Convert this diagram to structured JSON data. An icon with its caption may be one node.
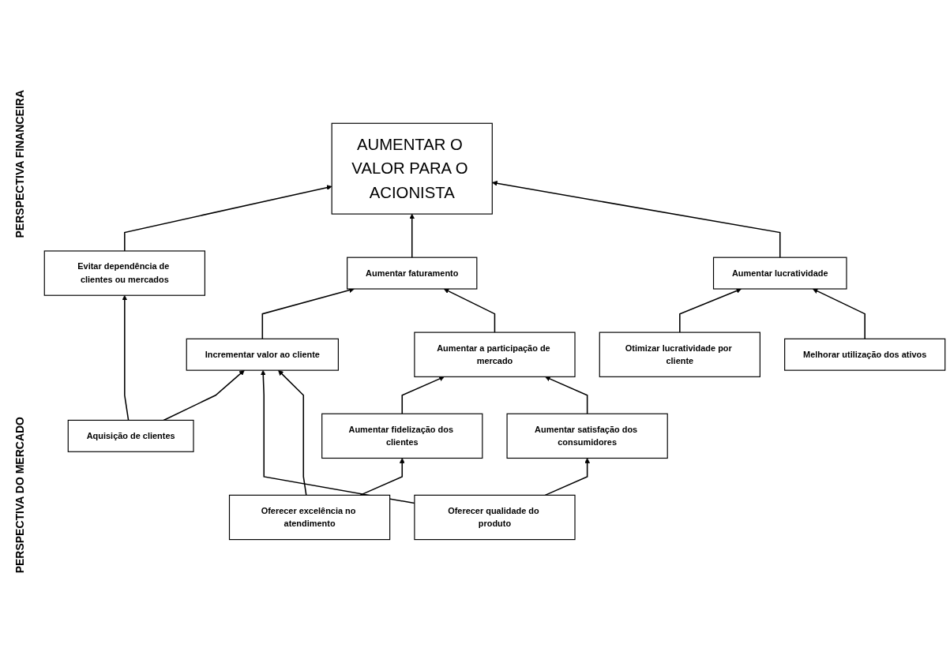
{
  "diagram": {
    "nodes": [
      {
        "text": [
          "AUMENTAR O VALOR PARA O ACIONISTA"
        ]
      },
      {
        "text": [
          "Aumentar faturamento"
        ]
      },
      {
        "text": [
          "Aumentar lucratividade"
        ]
      },
      {
        "text": [
          "Evitar dependência de clientes ou mercados"
        ]
      },
      {
        "text": [
          "Incrementar valor ao cliente"
        ]
      },
      {
        "text": [
          "Aumentar a participação de mercado"
        ]
      },
      {
        "text": [
          "Otimizar lucratividade por cliente"
        ]
      },
      {
        "text": [
          "Melhorar utilização dos ativos"
        ]
      },
      {
        "text": [
          "Aumentar fidelização dos clientes"
        ]
      },
      {
        "text": [
          "Aumentar satisfação dos consumidores"
        ]
      },
      {
        "text": [
          "Aquisição de clientes"
        ]
      },
      {
        "text": [
          "Oferecer excelência no atendimento"
        ]
      },
      {
        "text": [
          "Oferecer qualidade do produto"
        ]
      }
    ],
    "edges": [
      {
        "from": 3,
        "to": 0,
        "arrow": "to"
      },
      {
        "from": 1,
        "to": 0,
        "arrow": "to"
      },
      {
        "from": 2,
        "to": 0,
        "arrow": "to"
      },
      {
        "from": 4,
        "to": 1,
        "arrow": "to"
      },
      {
        "from": 5,
        "to": 1,
        "arrow": "to"
      },
      {
        "from": 6,
        "to": 2,
        "arrow": "to"
      },
      {
        "from": 7,
        "to": 2,
        "arrow": "to"
      },
      {
        "from": 10,
        "to": 3,
        "arrow": "to"
      },
      {
        "from": 10,
        "to": 4,
        "arrow": "to"
      },
      {
        "from": 12,
        "to": 4,
        "arrow": "to"
      },
      {
        "from": 11,
        "to": 4,
        "arrow": "to"
      },
      {
        "from": 8,
        "to": 5,
        "arrow": "to"
      },
      {
        "from": 9,
        "to": 5,
        "arrow": "to"
      },
      {
        "from": 11,
        "to": 8,
        "arrow": "to"
      },
      {
        "from": 12,
        "to": 9,
        "arrow": "to"
      }
    ],
    "labels": [
      "PERSPECTIVA FINANCEIRA",
      "PERSPECTIVA DO MERCADO"
    ]
  }
}
